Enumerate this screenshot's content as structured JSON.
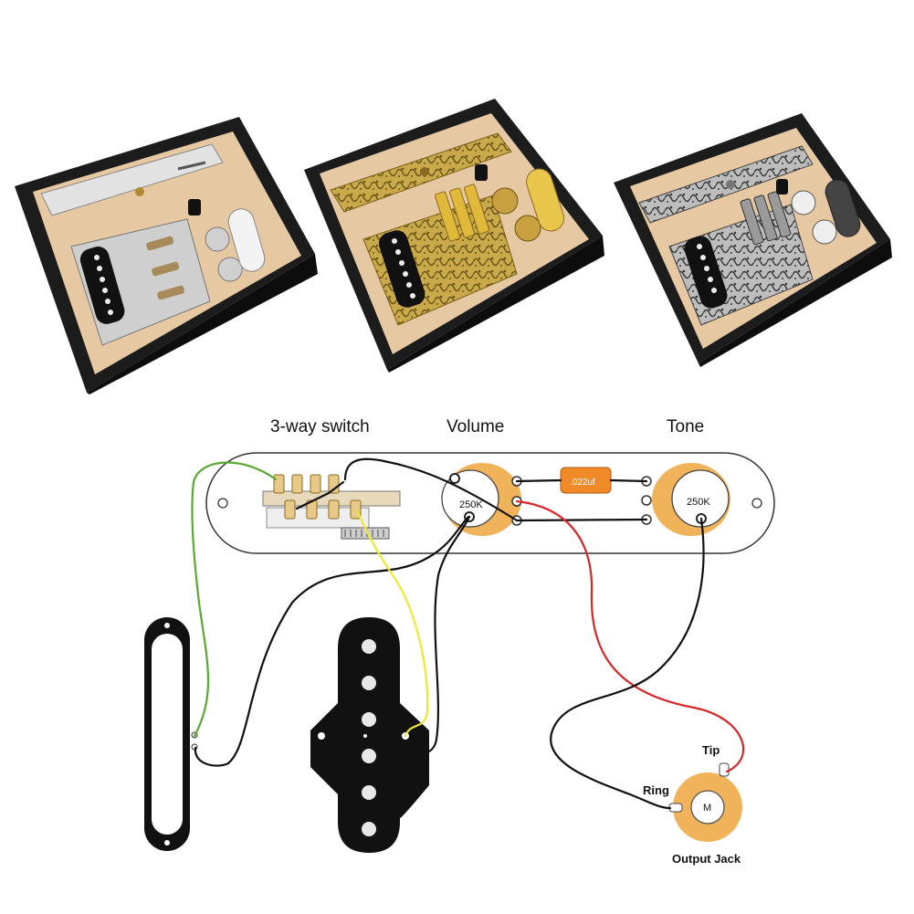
{
  "diagram": {
    "labels": {
      "switch": "3-way switch",
      "volume": "Volume",
      "tone": "Tone",
      "volume_pot": "250K",
      "tone_pot": "250K",
      "capacitor": ".022uf",
      "tip": "Tip",
      "ring": "Ring",
      "jack": "Output Jack",
      "jack_mark": "M"
    },
    "wire_colors": {
      "green": "#5aa832",
      "yellow": "#f0e830",
      "black": "#111111",
      "red": "#d62828"
    },
    "accent_colors": {
      "pot_body": "#f0b35a",
      "capacitor": "#f08a28",
      "box": "#1c1c1c",
      "box_inner": "#e6c9a2",
      "gold": "#c9a94a",
      "chrome": "#d9d9d9"
    }
  },
  "products": [
    {
      "finish": "chrome"
    },
    {
      "finish": "gold-engraved"
    },
    {
      "finish": "silver-engraved"
    }
  ]
}
